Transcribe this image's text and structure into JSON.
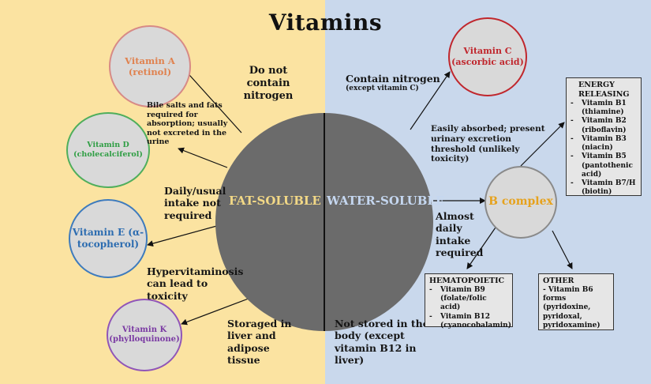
{
  "title": "Vitamins",
  "main": {
    "left_label": "FAT-SOLUBLE",
    "right_label": "WATER-SOLUBLE"
  },
  "fat_vitamins": [
    {
      "name": "Vitamin A",
      "chem": "(retinol)",
      "color": "#e0824f"
    },
    {
      "name": "Vitamin D",
      "chem": "(cholecalciferol)",
      "color": "#2f9e44"
    },
    {
      "name": "Vitamin E (α-",
      "chem": "tocopherol)",
      "color": "#2c6cb0"
    },
    {
      "name": "Vitamin K",
      "chem": "(phylloquinone)",
      "color": "#7a3aa3"
    }
  ],
  "water_vitamin_c": {
    "name": "Vitamin C",
    "chem": "(ascorbic acid)",
    "color": "#c0272d"
  },
  "b_complex": {
    "label": "B complex",
    "color": "#e6a21d"
  },
  "fat_notes": {
    "nitrogen": "Do not contain nitrogen",
    "bile": "Bile salts and fats required for absorption; usually not excreted in the urine",
    "intake": "Daily/usual intake not required",
    "toxicity": "Hypervitaminosis can lead to toxicity",
    "storage": "Storaged in liver and adipose tissue"
  },
  "water_notes": {
    "nitrogen": "Contain nitrogen",
    "nitrogen_sub": "(except vitamin C)",
    "absorbed": "Easily absorbed; present urinary excretion threshold (unlikely toxicity)",
    "intake": "Almost daily intake required",
    "storage": "Not stored in the body (except vitamin B12 in liver)"
  },
  "energy_box": {
    "title": "ENERGY RELEASING",
    "items": [
      "Vitamin B1 (thiamine)",
      "Vitamin B2 (riboflavin)",
      "Vitamin B3 (niacin)",
      "Vitamin B5 (pantothenic acid)",
      "Vitamin B7/H (biotin)"
    ]
  },
  "hema_box": {
    "title": "HEMATOPOIETIC",
    "items": [
      "Vitamin B9 (folate/folic acid)",
      "Vitamin B12 (cyanocobalamin)"
    ]
  },
  "other_box": {
    "title": "OTHER",
    "items": [
      "- Vitamin B6 forms (pyridoxine, pyridoxal, pyridoxamine)"
    ]
  }
}
